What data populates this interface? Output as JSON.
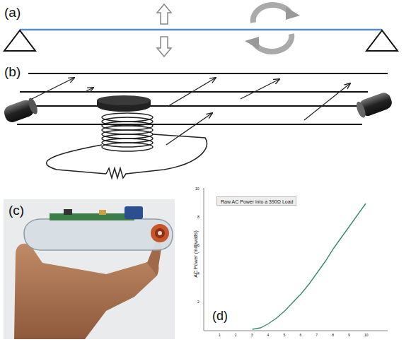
{
  "diagram": {
    "nodes": [
      {
        "text": [
          "Raw AC Power into a 390Ω Load"
        ]
      }
    ],
    "labels": [
      "(a)",
      "(b)",
      "(c)",
      "(d)",
      "AC Power (milliwatts)",
      "10",
      "8",
      "6",
      "4",
      "2",
      "1",
      "2",
      "3",
      "4",
      "5",
      "6",
      "7",
      "8",
      "9",
      "10"
    ]
  }
}
